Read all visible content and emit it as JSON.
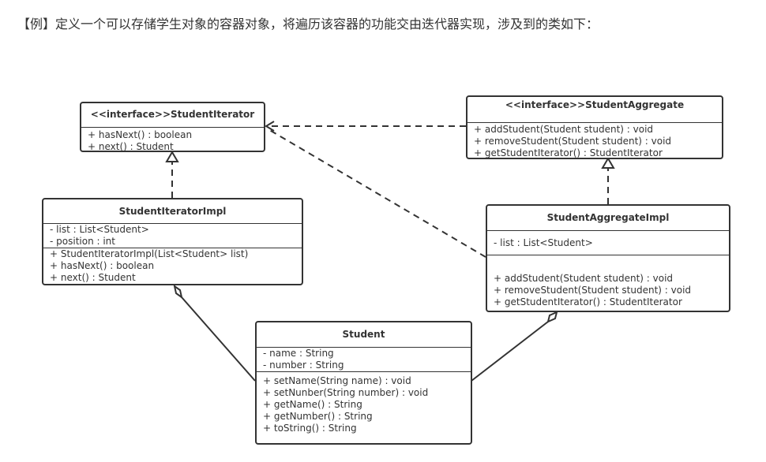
{
  "intro": "【例】定义一个可以存储学生对象的容器对象，将遍历该容器的功能交由迭代器实现，涉及到的类如下：",
  "classes": {
    "iterator": {
      "name": "<<interface>>StudentIterator",
      "methods": [
        "+ hasNext()   : boolean",
        "+ next() : Student"
      ]
    },
    "iteratorImpl": {
      "name": "StudentIteratorImpl",
      "attributes": [
        "- list : List<Student>",
        "- position : int"
      ],
      "methods": [
        "+ StudentIteratorImpl(List<Student> list)",
        "+ hasNext()   : boolean",
        "+ next() : Student"
      ]
    },
    "aggregate": {
      "name": "<<interface>>StudentAggregate",
      "methods": [
        "+ addStudent(Student student) : void",
        "+ removeStudent(Student student) : void",
        "+ getStudentIterator() : StudentIterator"
      ]
    },
    "aggregateImpl": {
      "name": "StudentAggregateImpl",
      "attributes": [
        "- list : List<Student>"
      ],
      "methods": [
        "+ addStudent(Student student) : void",
        "+ removeStudent(Student student) : void",
        "+ getStudentIterator() : StudentIterator"
      ]
    },
    "student": {
      "name": "Student",
      "attributes": [
        "- name : String",
        "- number : String"
      ],
      "methods": [
        "+ setName(String name) : void",
        "+ setNunber(String number) : void",
        "+ getName() : String",
        "+ getNumber() : String",
        "+ toString() : String"
      ]
    }
  }
}
